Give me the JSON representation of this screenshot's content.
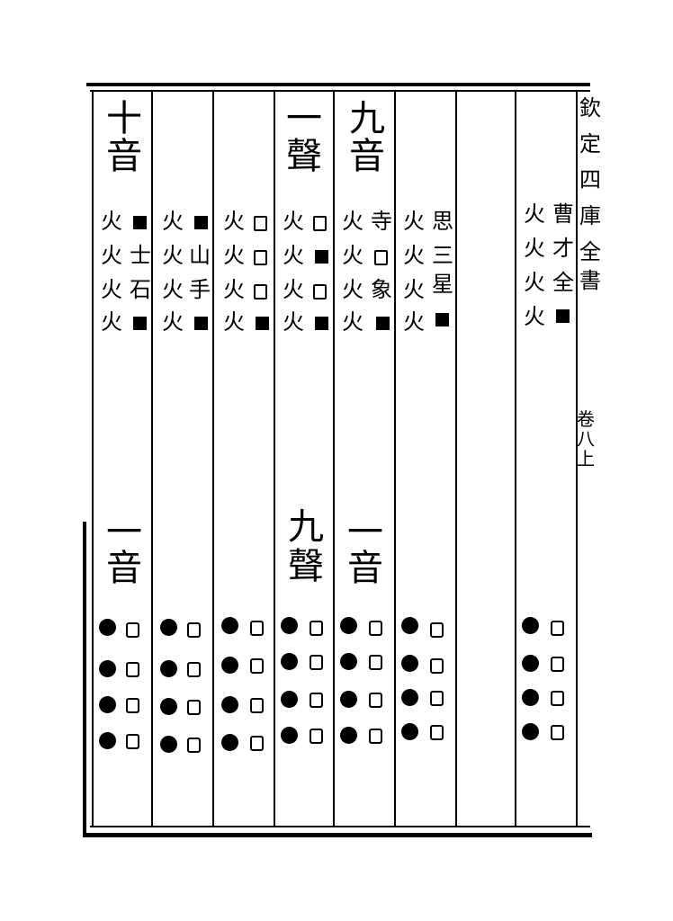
{
  "marker": "■",
  "hollow": "□",
  "margin": {
    "title_chars": [
      "欽",
      "定",
      "四",
      "庫",
      "全",
      "書"
    ],
    "volume_chars": [
      "卷",
      "八",
      "上"
    ]
  },
  "columns": [
    {
      "top_header": [
        "十",
        "音"
      ],
      "rows": [
        [
          "火",
          "■"
        ],
        [
          "火",
          "士"
        ],
        [
          "火",
          "石"
        ],
        [
          "火",
          "■"
        ]
      ],
      "bottom_header": [
        "一",
        "音"
      ],
      "circles": 4
    },
    {
      "top_header": [],
      "rows": [
        [
          "火",
          "■"
        ],
        [
          "火",
          "山"
        ],
        [
          "火",
          "手"
        ],
        [
          "火",
          "■"
        ]
      ],
      "bottom_header": [],
      "circles": 4
    },
    {
      "top_header": [],
      "rows": [
        [
          "火",
          "□"
        ],
        [
          "火",
          "□"
        ],
        [
          "火",
          "□"
        ],
        [
          "火",
          "■"
        ]
      ],
      "bottom_header": [],
      "circles": 4
    },
    {
      "top_header": [
        "一",
        "聲"
      ],
      "rows": [
        [
          "火",
          "□"
        ],
        [
          "火",
          "■"
        ],
        [
          "火",
          "□"
        ],
        [
          "火",
          "■"
        ]
      ],
      "bottom_header": [
        "九",
        "聲"
      ],
      "circles": 4
    },
    {
      "top_header": [
        "九",
        "音"
      ],
      "rows": [
        [
          "火",
          "寺"
        ],
        [
          "火",
          "□"
        ],
        [
          "火",
          "象"
        ],
        [
          "火",
          "■"
        ]
      ],
      "bottom_header": [
        "一",
        "音"
      ],
      "circles": 4
    },
    {
      "top_header": [],
      "rows": [
        [
          "火",
          "思"
        ],
        [
          "火",
          "三"
        ],
        [
          "火",
          "星"
        ],
        [
          "火",
          "■"
        ]
      ],
      "bottom_header": [],
      "circles": 4
    },
    {
      "top_header": [],
      "rows": [
        [
          "火",
          "曹"
        ],
        [
          "火",
          "才"
        ],
        [
          "火",
          "全"
        ],
        [
          "火",
          "■"
        ]
      ],
      "bottom_header": [],
      "circles": 4
    }
  ]
}
